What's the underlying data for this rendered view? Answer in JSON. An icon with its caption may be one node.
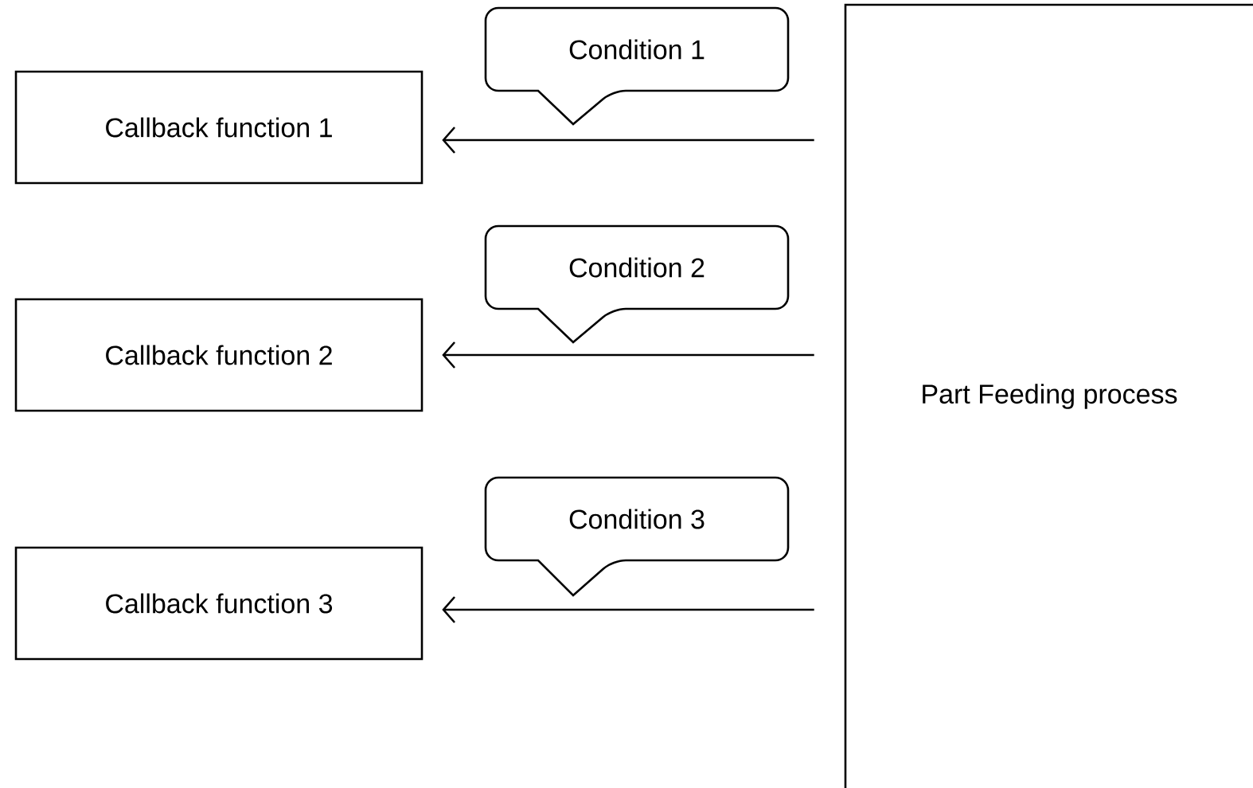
{
  "diagram": {
    "nodes": [
      {
        "text": [
          "Callback function 1"
        ]
      },
      {
        "text": [
          "Condition 1"
        ]
      },
      {
        "text": [
          "Callback function 2"
        ]
      },
      {
        "text": [
          "Condition 2"
        ]
      },
      {
        "text": [
          "Callback function 3"
        ]
      },
      {
        "text": [
          "Condition 3"
        ]
      },
      {
        "text": [
          "Part Feeding process"
        ]
      }
    ],
    "edges": [
      {
        "from": 6,
        "to": 0,
        "arrow": "to"
      },
      {
        "from": 6,
        "to": 2,
        "arrow": "to"
      },
      {
        "from": 6,
        "to": 4,
        "arrow": "to"
      }
    ]
  }
}
